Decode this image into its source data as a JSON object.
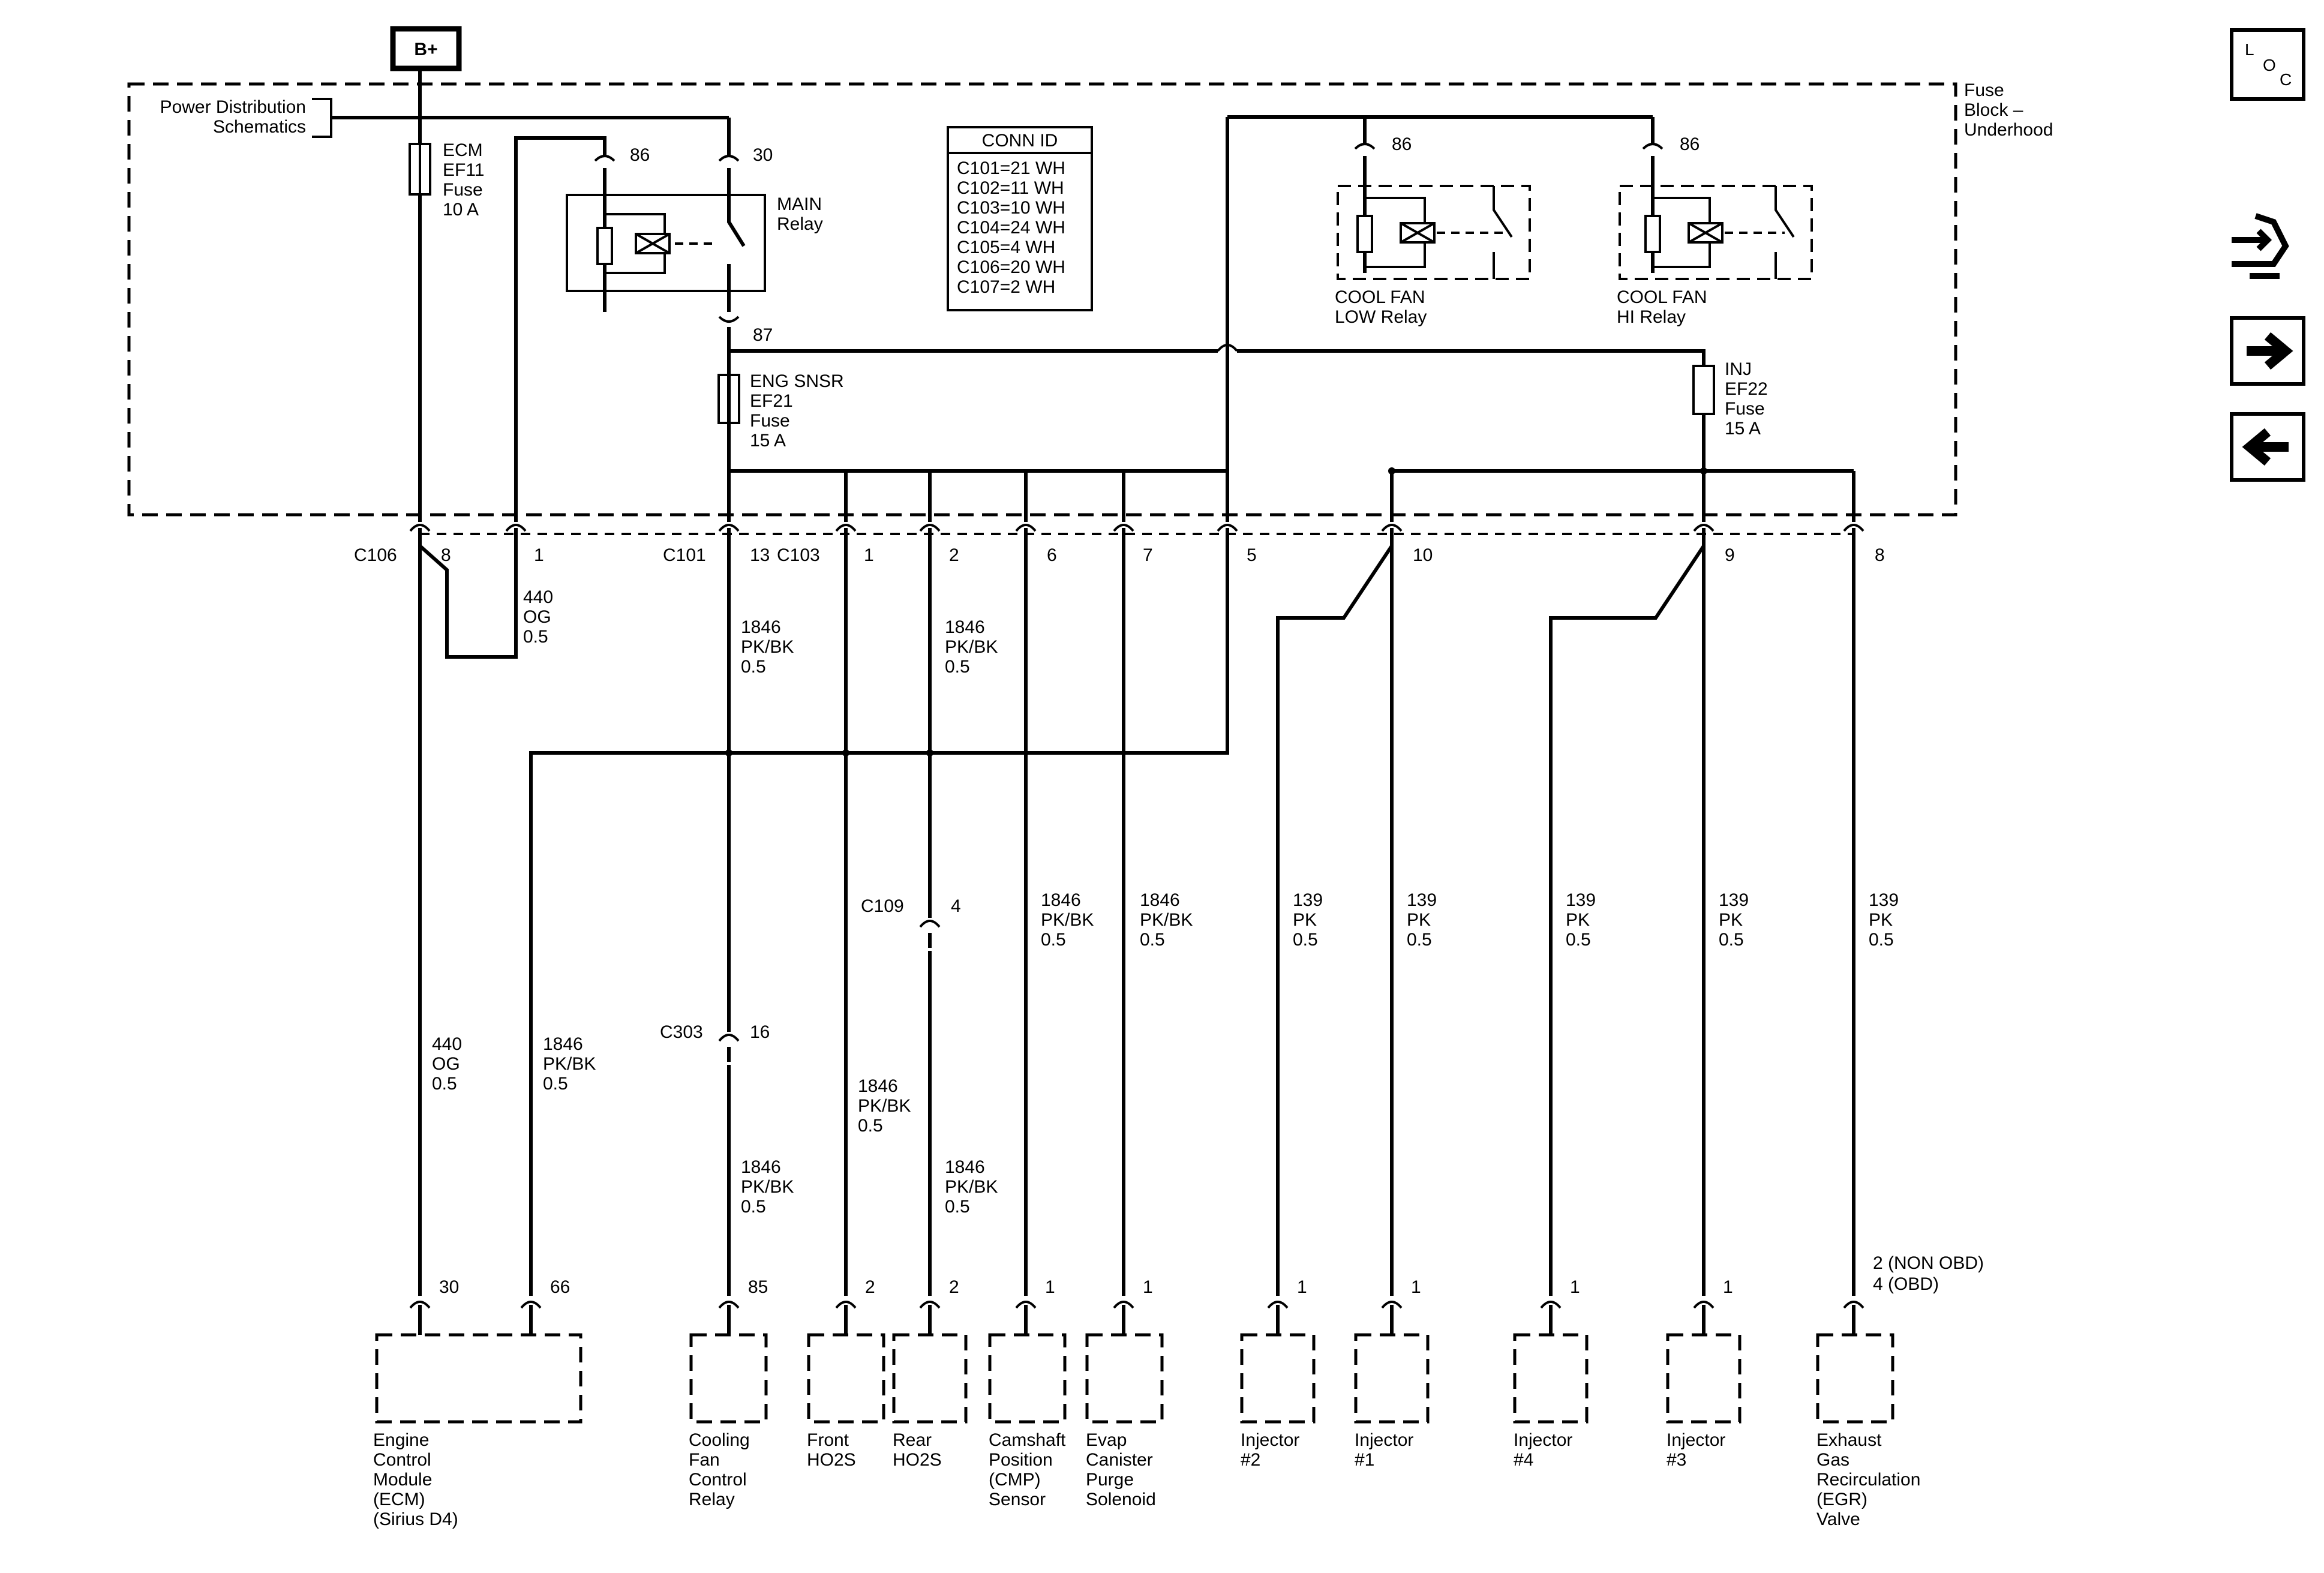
{
  "battery_label": "B+",
  "fuse_block_label": [
    "Fuse",
    "Block –",
    "Underhood"
  ],
  "power_dist_label": [
    "Power Distribution",
    "Schematics"
  ],
  "conn_table": {
    "title": "CONN ID",
    "rows": [
      "C101=21 WH",
      "C102=11 WH",
      "C103=10 WH",
      "C104=24 WH",
      "C105=4 WH",
      "C106=20 WH",
      "C107=2 WH"
    ]
  },
  "fuses": {
    "ecm": [
      "ECM",
      "EF11",
      "Fuse",
      "10 A"
    ],
    "eng_snsr": [
      "ENG SNSR",
      "EF21",
      "Fuse",
      "15 A"
    ],
    "inj": [
      "INJ",
      "EF22",
      "Fuse",
      "15 A"
    ]
  },
  "relays": {
    "main": {
      "label": [
        "MAIN",
        "Relay"
      ],
      "pin_86": "86",
      "pin_30": "30",
      "pin_87": "87"
    },
    "fan_low": {
      "label": [
        "COOL FAN",
        "LOW Relay"
      ],
      "pin_86": "86"
    },
    "fan_hi": {
      "label": [
        "COOL FAN",
        "HI Relay"
      ],
      "pin_86": "86"
    }
  },
  "connectors": {
    "c106": "C106",
    "c101": "C101",
    "c103": "C103",
    "c109": "C109",
    "c303": "C303",
    "c106_pin8": "8",
    "c106_pin1": "1",
    "c101_pin13": "13",
    "c103_pins": [
      "1",
      "2",
      "6",
      "7",
      "5",
      "10",
      "9",
      "8"
    ],
    "c109_pin": "4",
    "c303_pin": "16"
  },
  "wire_labels": {
    "og_440": [
      "440",
      "OG",
      "0.5"
    ],
    "pkbk_1846": [
      "1846",
      "PK/BK",
      "0.5"
    ],
    "pk_139": [
      "139",
      "PK",
      "0.5"
    ]
  },
  "components": {
    "ecm": {
      "pins": [
        "30",
        "66"
      ],
      "label": [
        "Engine",
        "Control",
        "Module",
        "(ECM)",
        "(Sirius D4)"
      ]
    },
    "fan_relay": {
      "pin": "85",
      "label": [
        "Cooling",
        "Fan",
        "Control",
        "Relay"
      ]
    },
    "front_ho2s": {
      "pin": "2",
      "label": [
        "Front",
        "HO2S"
      ]
    },
    "rear_ho2s": {
      "pin": "2",
      "label": [
        "Rear",
        "HO2S"
      ]
    },
    "cmp": {
      "pin": "1",
      "label": [
        "Camshaft",
        "Position",
        "(CMP)",
        "Sensor"
      ]
    },
    "evap": {
      "pin": "1",
      "label": [
        "Evap",
        "Canister",
        "Purge",
        "Solenoid"
      ]
    },
    "inj2": {
      "pin": "1",
      "label": [
        "Injector",
        "#2"
      ]
    },
    "inj1": {
      "pin": "1",
      "label": [
        "Injector",
        "#1"
      ]
    },
    "inj4": {
      "pin": "1",
      "label": [
        "Injector",
        "#4"
      ]
    },
    "inj3": {
      "pin": "1",
      "label": [
        "Injector",
        "#3"
      ]
    },
    "egr": {
      "pin": [
        "2 (NON OBD)",
        "4 (OBD)"
      ],
      "label": [
        "Exhaust",
        "Gas",
        "Recirculation",
        "(EGR)",
        "Valve"
      ]
    }
  },
  "nav": {
    "loc": [
      "L",
      "O",
      "C"
    ],
    "icons": [
      "component-locator-icon",
      "connector-swap-icon",
      "next-arrow-icon",
      "prev-arrow-icon"
    ]
  }
}
